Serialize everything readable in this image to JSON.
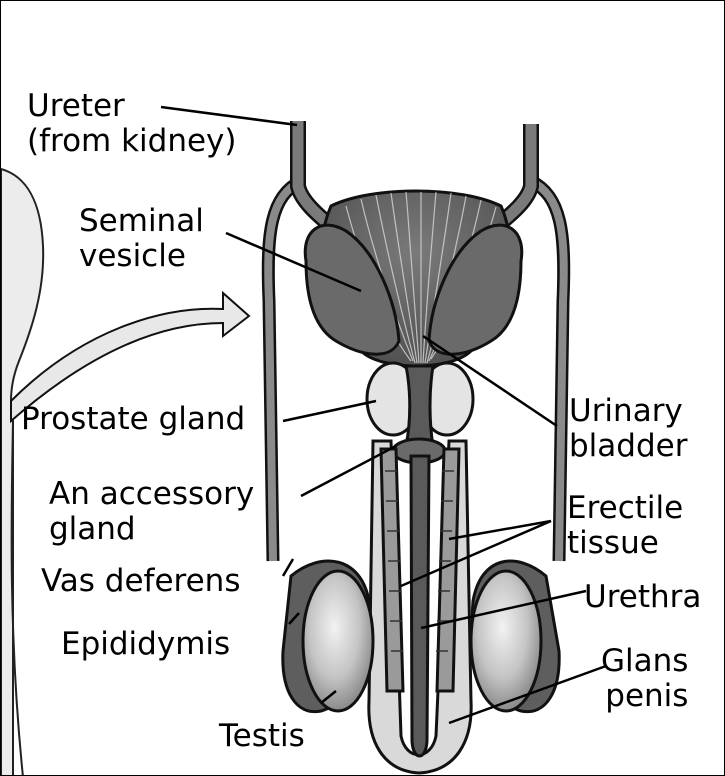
{
  "labels": {
    "ureter": [
      "Ureter",
      "(from kidney)"
    ],
    "seminal_vesicle": [
      "Seminal",
      "vesicle"
    ],
    "prostate_gland": "Prostate gland",
    "accessory_gland": [
      "An accessory",
      "gland"
    ],
    "vas_deferens": "Vas deferens",
    "epididymis": "Epididymis",
    "testis": "Testis",
    "urinary_bladder": [
      "Urinary",
      "bladder"
    ],
    "erectile_tissue": [
      "Erectile",
      "tissue"
    ],
    "urethra": "Urethra",
    "glans_penis": [
      "Glans",
      "penis"
    ]
  },
  "colors": {
    "tissue_dark": "#6e6e6e",
    "tissue_mid": "#8e8e8e",
    "tissue_light": "#d6d6d6",
    "outline": "#1a1a1a",
    "body_outline": "#e8e8e8"
  }
}
